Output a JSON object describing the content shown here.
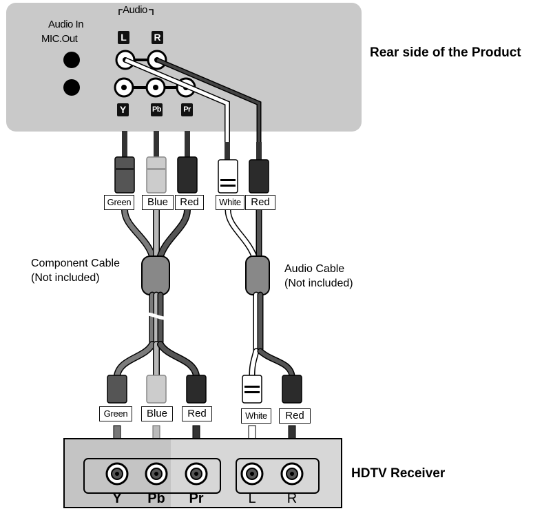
{
  "product_panel": {
    "audio_in_label": "Audio In",
    "mic_out_label": "MIC.Out",
    "audio_header": "Audio",
    "left_badge": "L",
    "right_badge": "R",
    "y_badge": "Y",
    "pb_badge": "Pb",
    "pr_badge": "Pr",
    "caption": "Rear side of the Product"
  },
  "top_labels": {
    "green": "Green",
    "blue": "Blue",
    "red": "Red",
    "white": "White",
    "audio_red": "Red"
  },
  "component_cable": {
    "line1": "Component Cable",
    "line2": "(Not included)"
  },
  "audio_cable": {
    "line1": "Audio Cable",
    "line2": "(Not included)"
  },
  "bottom_labels": {
    "green": "Green",
    "blue": "Blue",
    "red": "Red",
    "white": "White",
    "audio_red": "Red"
  },
  "receiver": {
    "caption": "HDTV Receiver",
    "port_y": "Y",
    "port_pb": "Pb",
    "port_pr": "Pr",
    "port_l": "L",
    "port_r": "R"
  },
  "colors": {
    "panel_gray": "#c9c9c9",
    "cable_green": "#7c7c7c",
    "cable_blue": "#b8b8b8",
    "cable_red": "#2b2b2b",
    "cable_white": "#ffffff"
  }
}
